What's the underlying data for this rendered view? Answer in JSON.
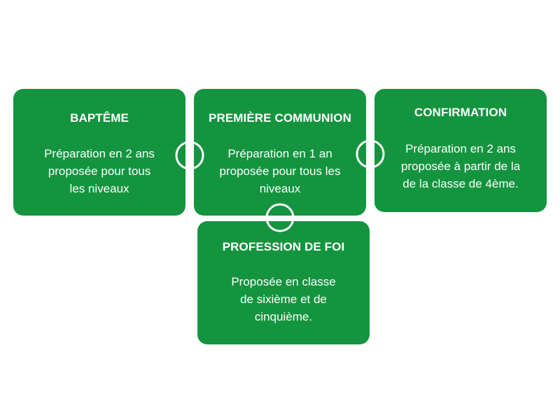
{
  "colors": {
    "card_fill": "#14943f",
    "text": "#ffffff",
    "connector": "#ffffff"
  },
  "cards": [
    {
      "title": "BAPTÊME",
      "body": "Préparation en 2 ans\nproposée pour tous\nles niveaux"
    },
    {
      "title": "PREMIÈRE COMMUNION",
      "body": "Préparation en 1 an\nproposée pour tous les\nniveaux"
    },
    {
      "title": "CONFIRMATION",
      "body": "Préparation en 2 ans\nproposée à partir de la\nde la classe de 4ème."
    },
    {
      "title": "PROFESSION  DE FOI",
      "body": "Proposée en classe\nde sixième et de\ncinquième."
    }
  ]
}
